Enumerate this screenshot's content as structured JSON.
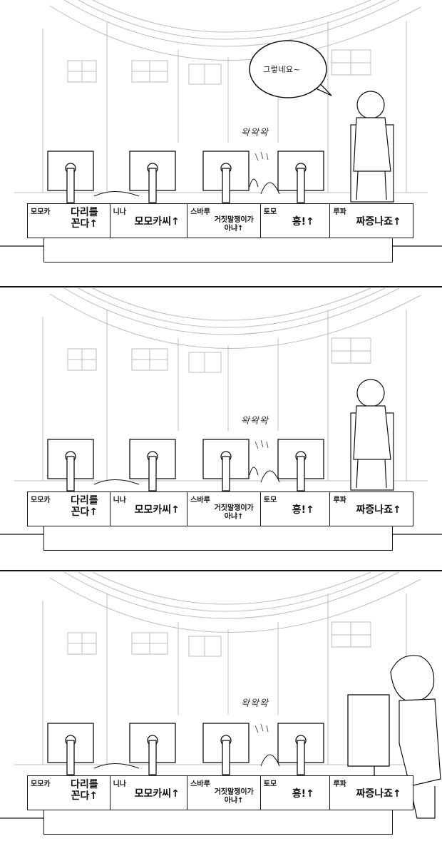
{
  "speech": {
    "text": "그렇네요~"
  },
  "sfx": {
    "text": "왁왁왁"
  },
  "nameplates": [
    {
      "name": "모모카",
      "slogan_line1": "다리를",
      "slogan_line2": "꼰다↑"
    },
    {
      "name": "니나",
      "slogan_line1": "모모카씨↑",
      "slogan_line2": ""
    },
    {
      "name": "스바루",
      "slogan_line1": "거짓말쟁이가",
      "slogan_line2": "아냐↑"
    },
    {
      "name": "토모",
      "slogan_line1": "흥!↑",
      "slogan_line2": ""
    },
    {
      "name": "루파",
      "slogan_line1": "짜증나죠↑",
      "slogan_line2": ""
    }
  ],
  "colors": {
    "ink": "#111111",
    "paper": "#ffffff",
    "sketch": "#bbbbbb"
  }
}
